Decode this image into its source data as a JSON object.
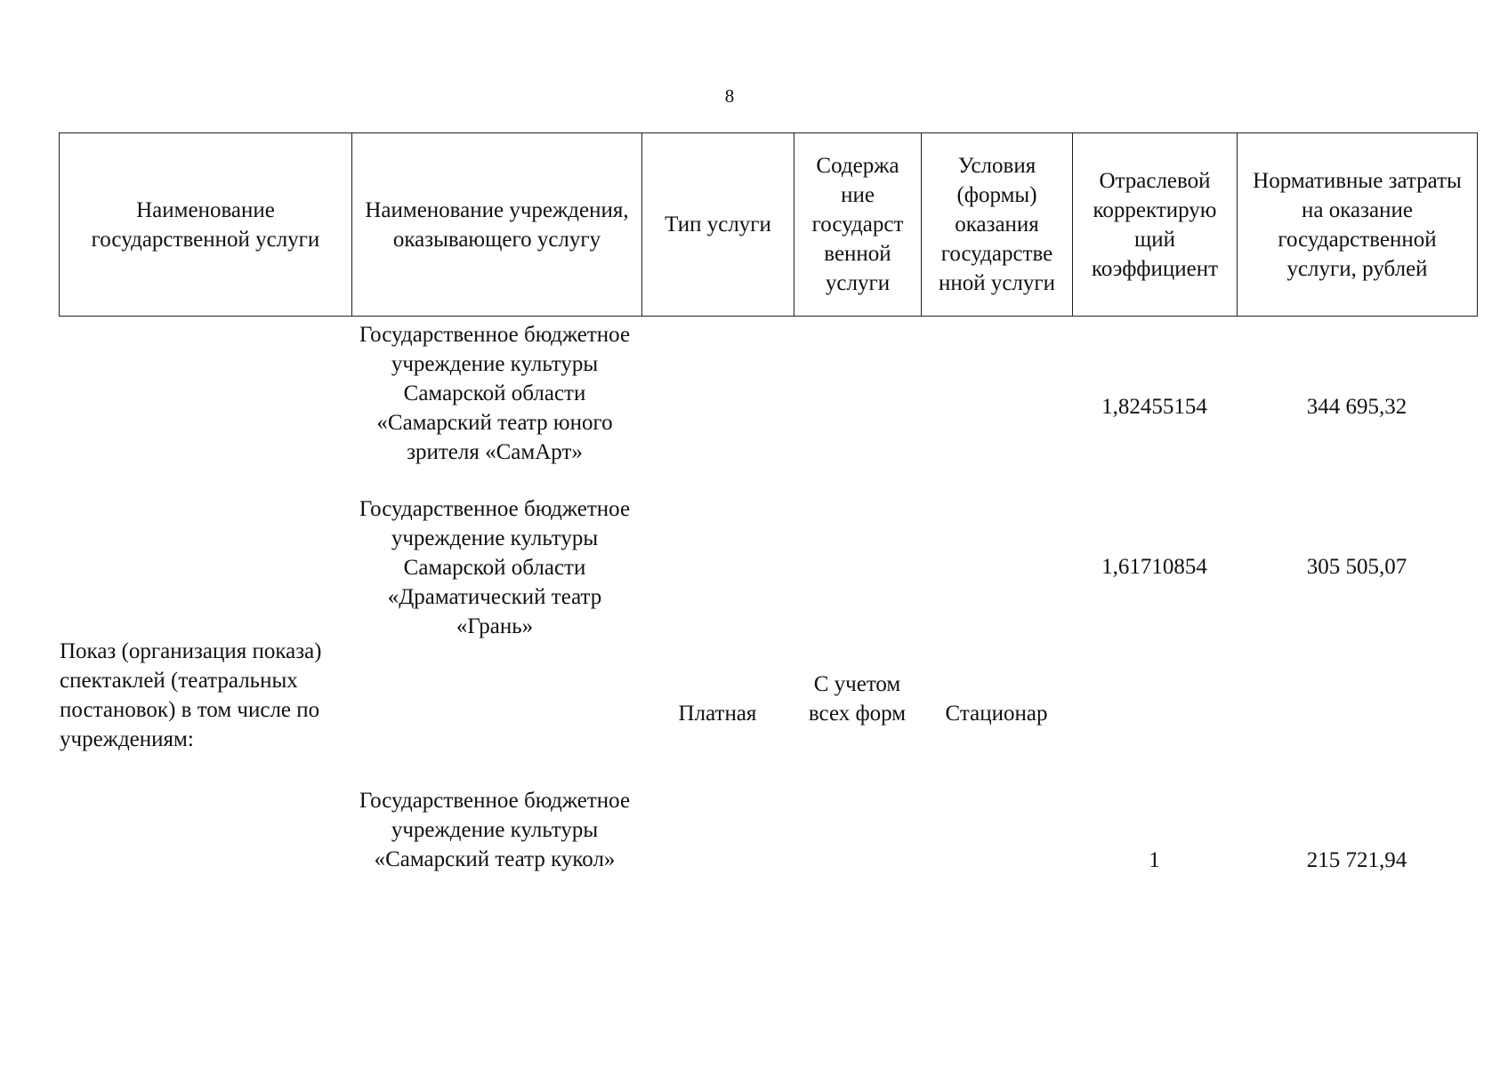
{
  "page_number": "8",
  "headers": [
    "Наименование государственной услуги",
    "Наименование учреждения, оказывающего услугу",
    "Тип услуги",
    "Содержа ние государст венной услуги",
    "Условия (формы) оказания государстве нной услуги",
    "Отраслевой корректирую щий коэффициент",
    "Нормативные затраты на оказание государственной услуги, рублей"
  ],
  "service": {
    "name": "Показ (организация показа) спектаклей (театральных постановок) в том числе по учреждениям:",
    "type": "Платная",
    "content": "С учетом всех форм",
    "conditions": "Стационар"
  },
  "rows": [
    {
      "institution": "Государственное бюджетное учреждение культуры Самарской области «Самарский театр юного зрителя «СамАрт»",
      "coefficient": "1,82455154",
      "cost": "344 695,32"
    },
    {
      "institution": "Государственное бюджетное учреждение культуры Самарской области «Драматический театр «Грань»",
      "coefficient": "1,61710854",
      "cost": "305 505,07"
    },
    {
      "institution": "Государственное бюджетное учреждение культуры «Самарский театр кукол»",
      "coefficient": "1",
      "cost": "215 721,94"
    }
  ]
}
